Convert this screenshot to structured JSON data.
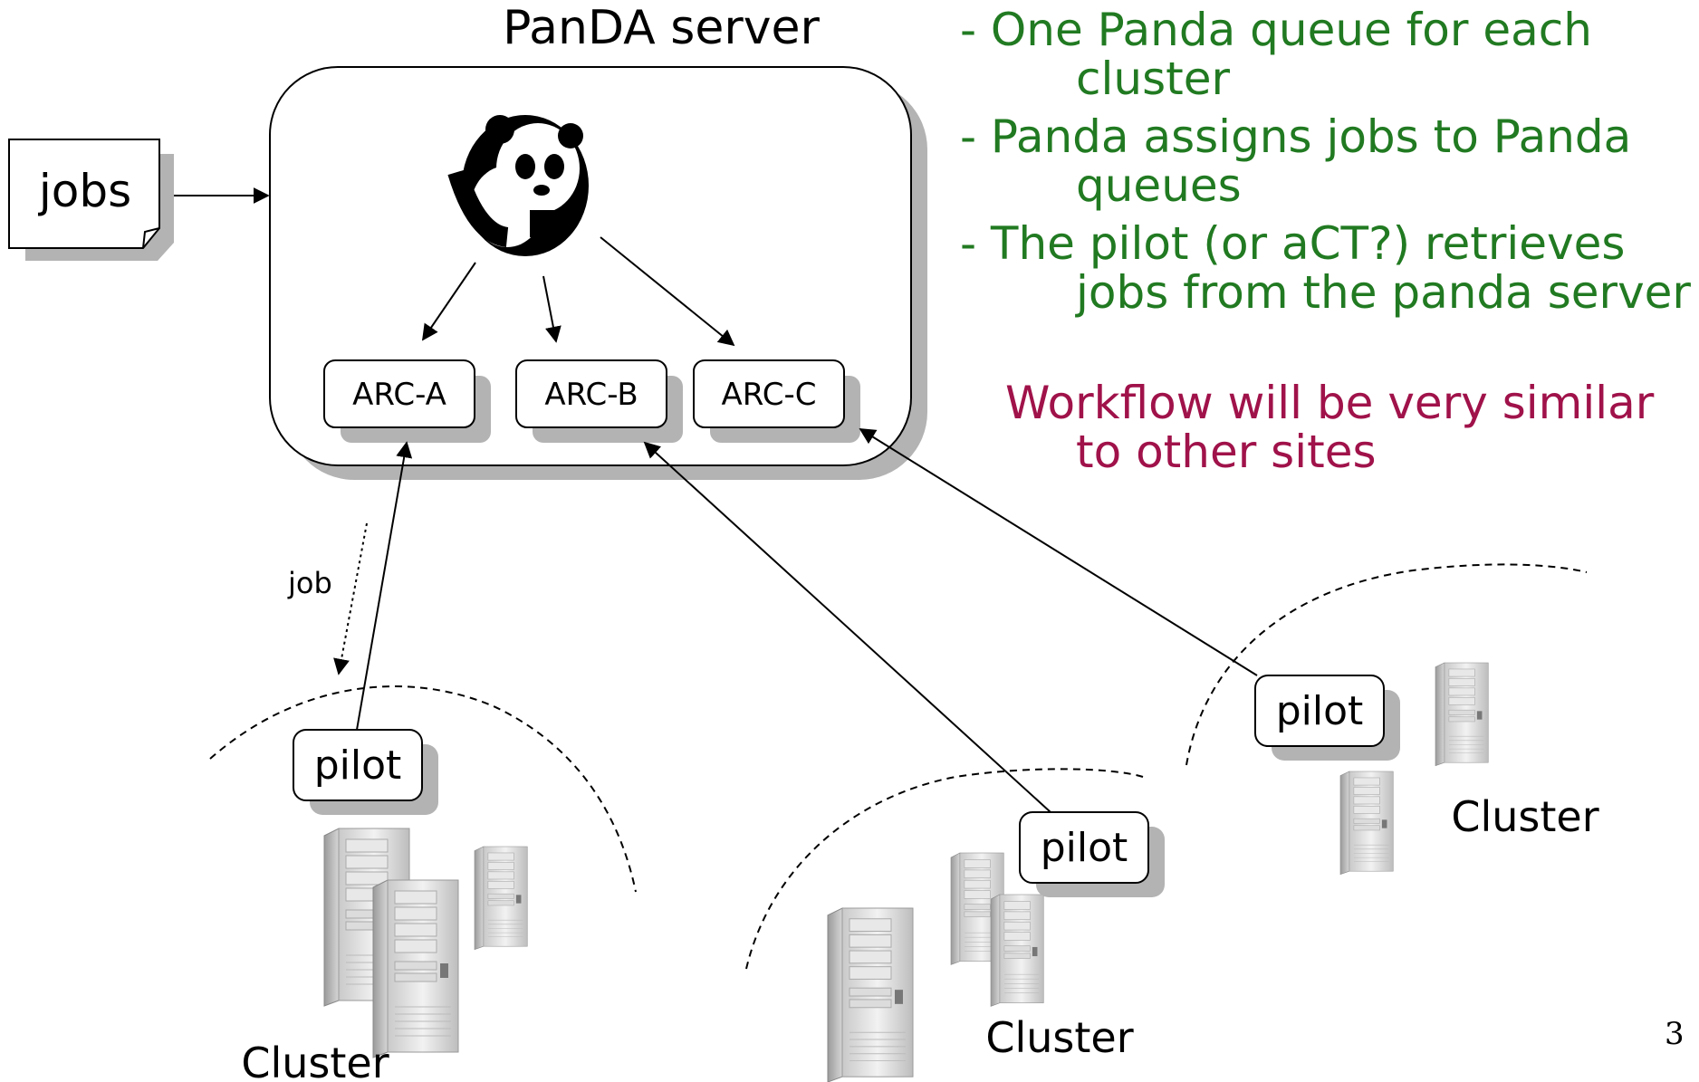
{
  "server": {
    "title": "PanDA server",
    "queues": [
      "ARC-A",
      "ARC-B",
      "ARC-C"
    ],
    "logo_icon": "panda-icon"
  },
  "jobs_doc": {
    "label": "jobs"
  },
  "job_flow": {
    "label": "job"
  },
  "pilot_label": "pilot",
  "cluster_label": "Cluster",
  "bullets": [
    {
      "line1": "- One Panda queue for each",
      "line2": "cluster"
    },
    {
      "line1": "- Panda assigns jobs to Panda",
      "line2": "queues"
    },
    {
      "line1": "- The pilot (or aCT?) retrieves",
      "line2": "jobs from the panda server"
    }
  ],
  "note": {
    "line1": "Workflow will be very similar",
    "line2": "to other sites"
  },
  "page_number": "3",
  "colors": {
    "bullets": "#217a21",
    "note": "#a0124a",
    "shadow": "#b3b3b3"
  }
}
